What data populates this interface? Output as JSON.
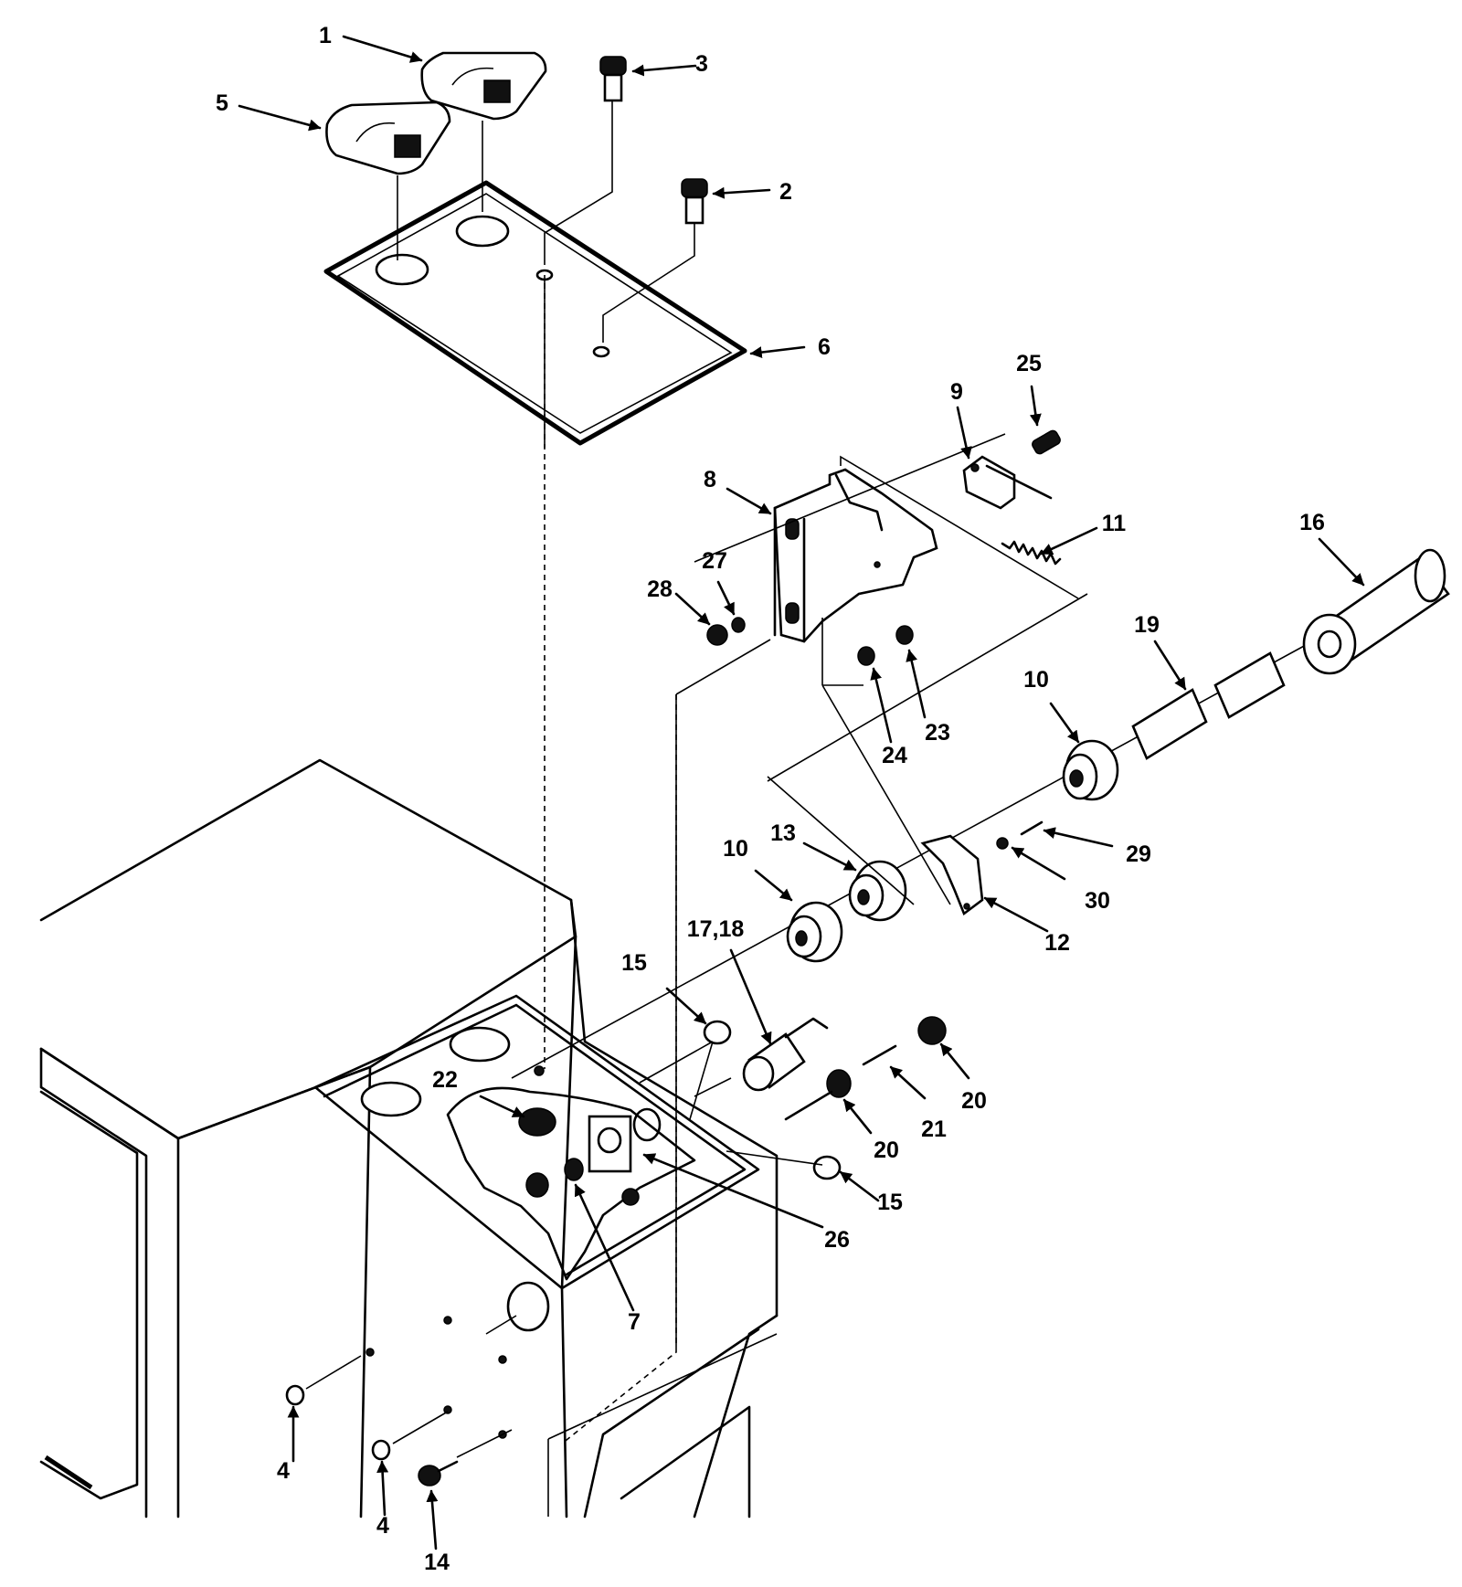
{
  "callouts": {
    "c1": "1",
    "c2": "2",
    "c3": "3",
    "c4a": "4",
    "c4b": "4",
    "c5": "5",
    "c6": "6",
    "c7": "7",
    "c8": "8",
    "c9": "9",
    "c10a": "10",
    "c10b": "10",
    "c11": "11",
    "c12": "12",
    "c13": "13",
    "c14": "14",
    "c15a": "15",
    "c15b": "15",
    "c16": "16",
    "c17_18": "17,18",
    "c19": "19",
    "c20a": "20",
    "c20b": "20",
    "c21": "21",
    "c22": "22",
    "c23": "23",
    "c24": "24",
    "c25": "25",
    "c26": "26",
    "c27": "27",
    "c28": "28",
    "c29": "29",
    "c30": "30"
  }
}
